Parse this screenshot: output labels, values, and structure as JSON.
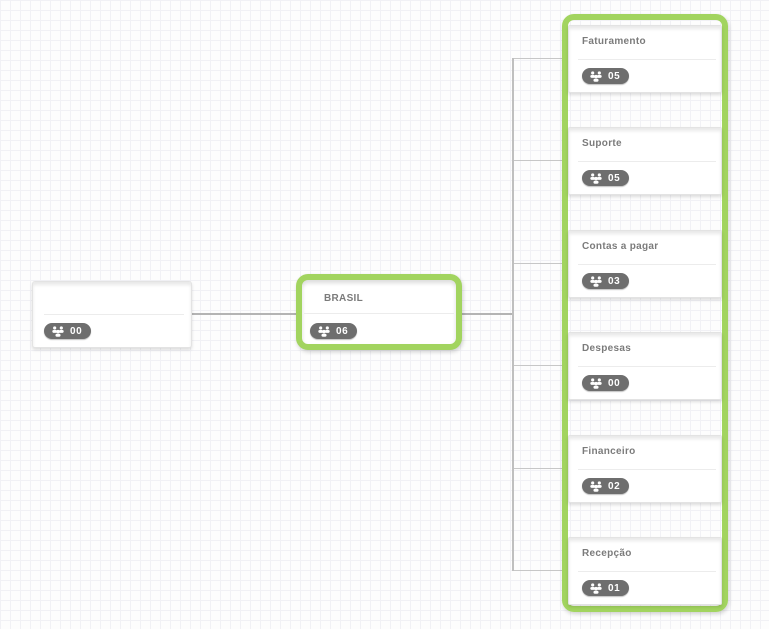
{
  "app": {
    "title": "Organization chart canvas"
  },
  "colors": {
    "highlight_green": "#a2d45f",
    "badge_background": "#6e6e6e",
    "badge_text": "#ffffff",
    "node_border": "#e3e3e3",
    "label_text": "#7b7b7b",
    "connector_gray": "#b3b3b3",
    "grid_line": "#f1f1f5",
    "canvas_background": "#fdfdfd"
  },
  "icons": {
    "members_icon": "three-person-group"
  },
  "tree": {
    "root": {
      "label": "",
      "count": "00"
    },
    "selected": {
      "label": "BRASIL",
      "count": "06",
      "highlighted": true
    },
    "children": [
      {
        "label": "Faturamento",
        "count": "05"
      },
      {
        "label": "Suporte",
        "count": "05"
      },
      {
        "label": "Contas a pagar",
        "count": "03"
      },
      {
        "label": "Despesas",
        "count": "00"
      },
      {
        "label": "Financeiro",
        "count": "02"
      },
      {
        "label": "Recepção",
        "count": "01"
      }
    ]
  }
}
